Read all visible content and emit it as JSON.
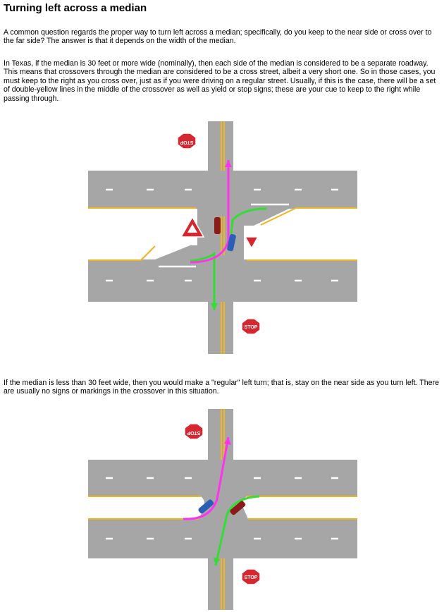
{
  "title": "Turning left across a median",
  "paragraphs": [
    "A common question regards the proper way to turn left across a median; specifically, do you keep to the near side or cross over to the far side?  The answer is that it depends on the width of the median.",
    "In Texas, if the median is 30 feet or more wide (nominally), then each side of the median is considered to be a separate roadway.  This means that crossovers through the median are considered to be a cross street, albeit a very short one.  So in those cases, you must keep to the right as you cross over, just as if you were driving on a regular street.  Usually, if this is the case, there will be a set of double-yellow lines in the middle of the crossover as well as yield or stop signs; these are your cue to keep to the right while passing through.",
    "If the median is less than 30 feet wide, then you would make a \"regular\" left turn; that is, stay on the near side as you turn left.  There are usually no signs or markings in the crossover in this situation."
  ],
  "signs": {
    "stop": "STOP",
    "yield": "YIELD"
  },
  "colors": {
    "road": "#a6a6a6",
    "grass": "#ffffff",
    "center_line": "#f2b41c",
    "lane_marking": "#ffffff",
    "left_turn_path": "#ff33ee",
    "right_side_path": "#33dd33",
    "stop_sign": "#d6262f",
    "car_red": "#8b1a1a",
    "car_blue": "#2b5fb5"
  }
}
